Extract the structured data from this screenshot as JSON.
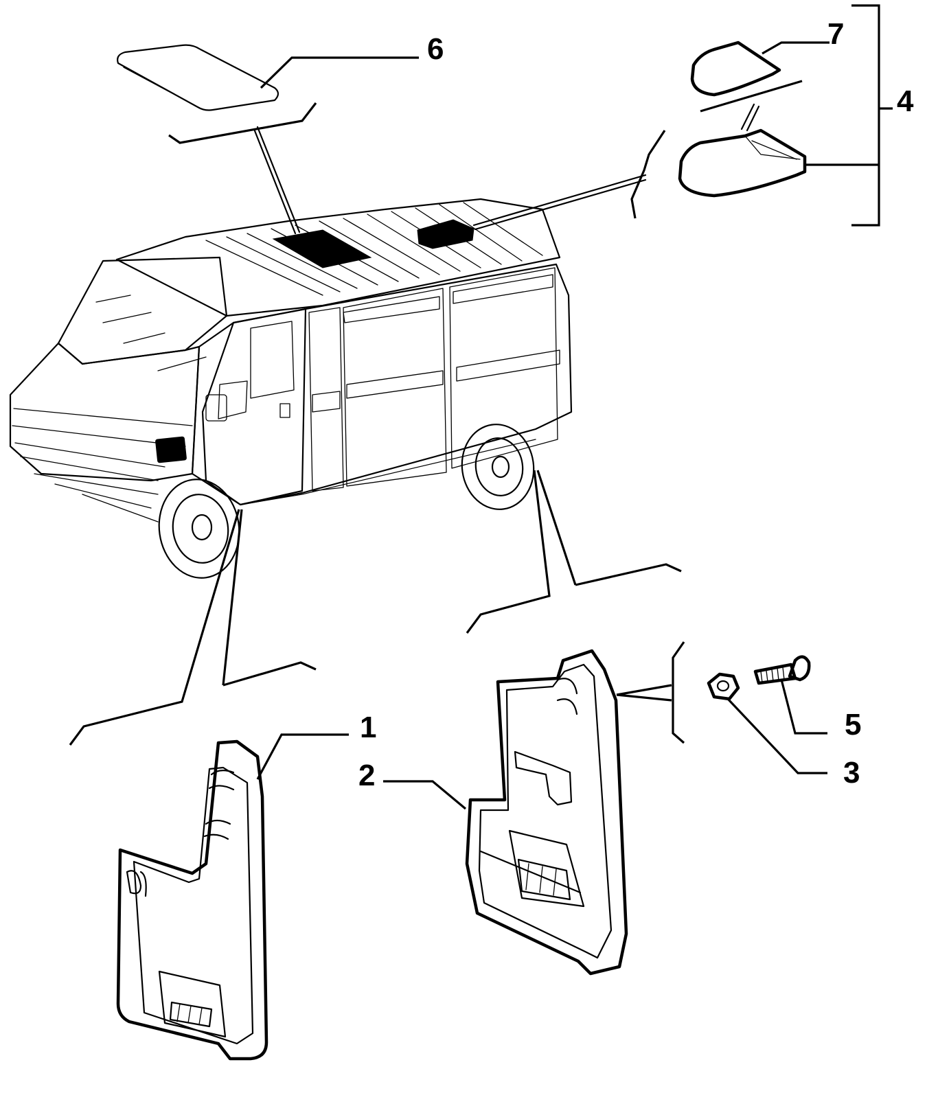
{
  "diagram": {
    "callouts": {
      "c1": "1",
      "c2": "2",
      "c3": "3",
      "c4": "4",
      "c5": "5",
      "c6": "6",
      "c7": "7"
    },
    "colors": {
      "ink": "#000000",
      "background": "#ffffff"
    }
  }
}
